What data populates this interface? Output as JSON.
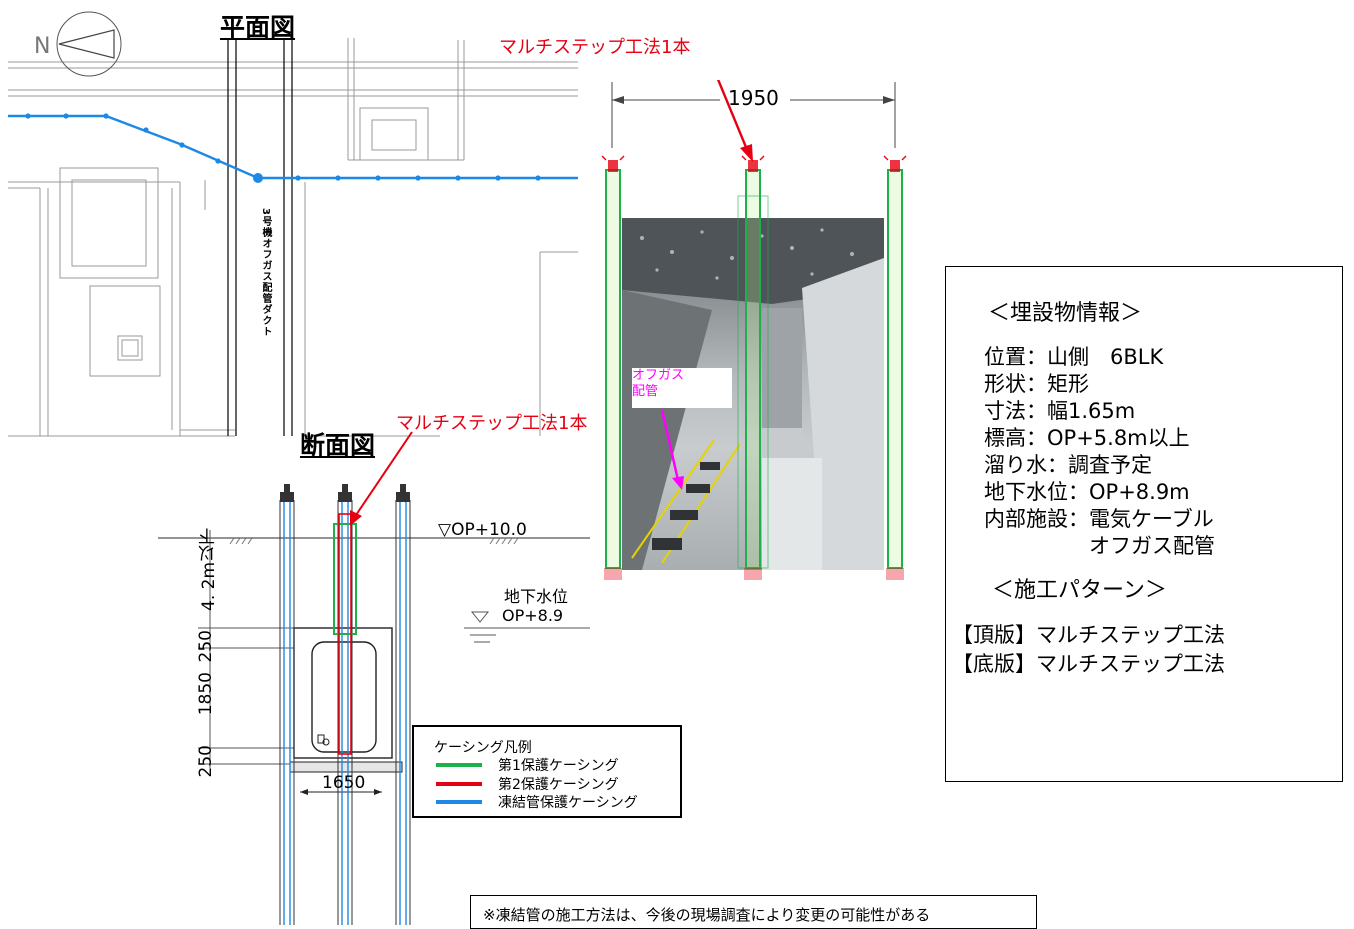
{
  "plan_title": "平面図",
  "section_title": "断面図",
  "north_mark": "N",
  "duct_label": "3号機オフガス配管ダクト",
  "callout_plan": "マルチステップ工法1本",
  "callout_section": "マルチステップ工法1本",
  "dim_1950": "1950",
  "photo_labels": {
    "offgas": "オフガス",
    "pipe": "配管"
  },
  "section": {
    "op_level": "▽OP+10.0",
    "groundwater_label": "地下水位",
    "groundwater_level": "OP+8.9",
    "dim_top": "4. 2m以下",
    "dim_250a": "250",
    "dim_1850": "1850",
    "dim_250b": "250",
    "dim_1650": "1650"
  },
  "legend": {
    "title": "ケーシング凡例",
    "items": [
      {
        "label": "第1保護ケーシング",
        "color": "#1db14b"
      },
      {
        "label": "第2保護ケーシング",
        "color": "#e60012"
      },
      {
        "label": "凍結管保護ケーシング",
        "color": "#1e88e5"
      }
    ]
  },
  "info": {
    "heading": "＜埋設物情報＞",
    "lines": [
      "位置：山側　6BLK",
      "形状：矩形",
      "寸法：幅1.65m",
      "標高：OP+5.8m以上",
      "溜り水：調査予定",
      "地下水位：OP+8.9m",
      "内部施設：電気ケーブル",
      "　　　　　オフガス配管"
    ],
    "heading2": "＜施工パターン＞",
    "patterns": [
      "【頂版】マルチステップ工法",
      "【底版】マルチステップ工法"
    ]
  },
  "note": "※凍結管の施工方法は、今後の現場調査により変更の可能性がある",
  "colors": {
    "callout_red": "#e60012",
    "casing_green": "#1db14b",
    "freeze_blue": "#1e88e5",
    "magenta": "#ff00ff"
  }
}
